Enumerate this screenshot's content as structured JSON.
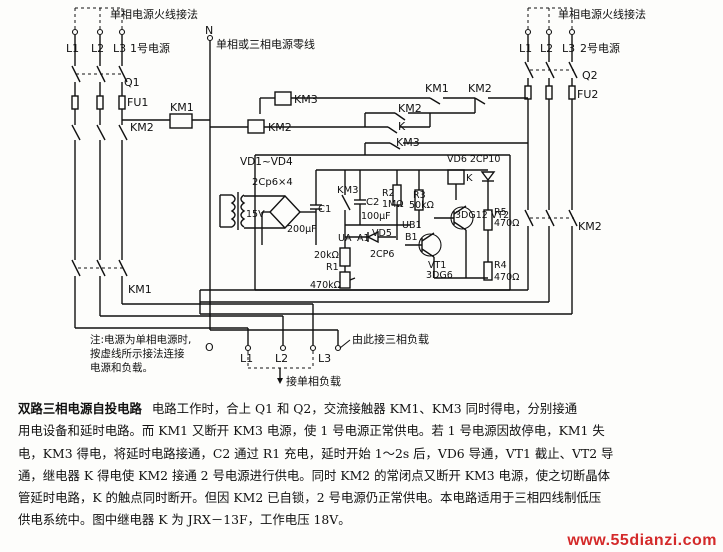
{
  "labels": {
    "src1_fire": "单相电源火线接法",
    "src2_fire": "单相电源火线接法",
    "src1_name": "1号电源",
    "src2_name": "2号电源",
    "neutral": "单相或三相电源零线",
    "n": "N",
    "l1": "L1",
    "l2": "L2",
    "l3": "L3",
    "l1b": "L1",
    "l2b": "L2",
    "l3b": "L3",
    "q1": "Q1",
    "q2": "Q2",
    "fu1": "FU1",
    "fu2": "FU2",
    "km1_coil": "KM1",
    "km2_coil": "KM2",
    "km3_coil": "KM3",
    "km2_left": "KM2",
    "km1_left": "KM1",
    "km1_top": "KM1",
    "km2_top": "KM2",
    "km2_mid": "KM2",
    "k_mid": "K",
    "km3_mid": "KM3",
    "km2_right": "KM2",
    "vd_bridge": "VD1~VD4",
    "cp_bridge": "2Cp6×4",
    "v15": "15V",
    "c1": "C1",
    "cap1": "200μF",
    "km3_sw": "KM3",
    "c2": "C2",
    "cap2": "100μF",
    "r2": "R2",
    "r2v": "1MΩ",
    "r3": "R3",
    "r3v": "50kΩ",
    "vd6": "VD6 2CP10",
    "k_coil": "K",
    "vt2": "3DG12 VT2",
    "r5": "R5",
    "r5v": "470Ω",
    "ua": "UA",
    "a1": "A1",
    "vd5": "VD5",
    "cp6": "2CP6",
    "ub1": "UB1",
    "b1": "B1",
    "r1v": "20kΩ",
    "r1": "R1",
    "rp": "470kΩ",
    "vt1": "VT1",
    "vt1v": "3DG6",
    "r4": "R4",
    "r4v": "470Ω",
    "note1": "注:电源为单相电源时,",
    "note2": "按虚线所示接法连接",
    "note3": "电源和负载。",
    "o": "O",
    "ol1": "L1",
    "ol2": "L2",
    "ol3": "L3",
    "three_load": "由此接三相负载",
    "one_load": "接单相负载"
  },
  "desc": {
    "heading": "双路三相电源自投电路",
    "lines": [
      "电路工作时，合上 Q1 和 Q2，交流接触器 KM1、KM3 同时得电，分别接通",
      "用电设备和延时电路。而 KM1 又断开 KM3 电源，使 1 号电源正常供电。若 1 号电源因故停电，KM1 失",
      "电，KM3 得电，将延时电路接通，C2 通过 R1 充电，延时开始 1～2s 后，VD6 导通，VT1 截止、VT2 导",
      "通，继电器 K 得电使 KM2 接通 2 号电源进行供电。同时 KM2 的常闭点又断开 KM3 电源，使之切断晶体",
      "管延时电路，K 的触点同时断开。但因 KM2 已自锁，2 号电源仍正常供电。本电路适用于三相四线制低压",
      "供电系统中。图中继电器 K 为 JRX－13F，工作电压 18V。"
    ]
  },
  "watermark": "www.55dianzi.com"
}
